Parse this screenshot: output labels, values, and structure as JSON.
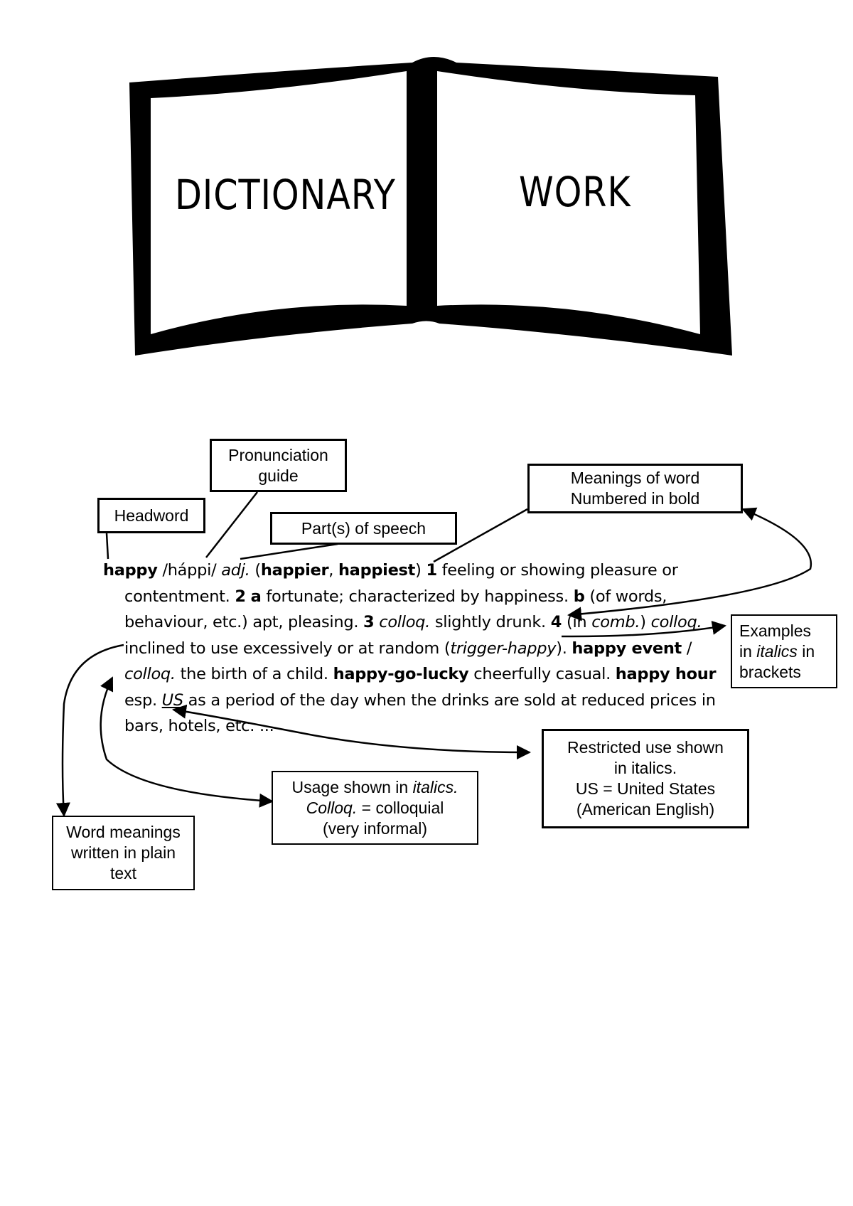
{
  "header": {
    "left_page_word": "DICTIONARY",
    "right_page_word": "WORK"
  },
  "labels": {
    "pronunciation": "Pronunciation guide",
    "headword": "Headword",
    "part_of_speech": "Part(s) of speech",
    "meanings_line1": "Meanings of word",
    "meanings_line2": "Numbered in bold",
    "examples_pre": "Examples",
    "examples_in": "in ",
    "examples_italics": "italics",
    "examples_mid": " in",
    "examples_post": "brackets",
    "restricted_line1": "Restricted use shown",
    "restricted_line2": "in italics.",
    "restricted_line3": "US = United States",
    "restricted_line4": "(American English)",
    "usage_pre": "Usage shown in ",
    "usage_italics": "italics.",
    "usage_colloq": "Colloq.",
    "usage_colloq_rest": " = colloquial",
    "usage_line3": "(very informal)",
    "word_meanings": "Word meanings written in plain text"
  },
  "entry": {
    "headword": "happy",
    "pron": " /háppi/ ",
    "pos": "adj.",
    "forms_open": " (",
    "comparative": "happier",
    "comma": ", ",
    "superlative": "happiest",
    "forms_close": ") ",
    "n1": "1",
    "def1a": " feeling or showing pleasure or",
    "def1b": "contentment. ",
    "n2": "2",
    "sp": " ",
    "la": "a",
    "def2a": " fortunate; characterized by happiness. ",
    "lb": "b",
    "def2b": " (of words,",
    "def2c": "behaviour, etc.) apt, pleasing. ",
    "n3": "3",
    "colloq1": "colloq.",
    "def3": " slightly drunk. ",
    "n4": "4",
    "def4pre": " (in ",
    "comb": "comb.",
    "def4post": ") ",
    "colloq2": "colloq.",
    "def4b": "inclined to use excessively or at random (",
    "example": "trigger-happy",
    "def4c": "). ",
    "phrase1": "happy event",
    "slash": " /",
    "colloq3": "colloq.",
    "def5": " the birth of a child. ",
    "phrase2": "happy-go-lucky",
    "def6": " cheerfully casual. ",
    "phrase3": "happy hour",
    "def7a": "esp. ",
    "us": "US",
    "def7b": " as a period of the day when the drinks are sold at reduced prices in",
    "def7c": "bars, hotels, etc. ..."
  }
}
